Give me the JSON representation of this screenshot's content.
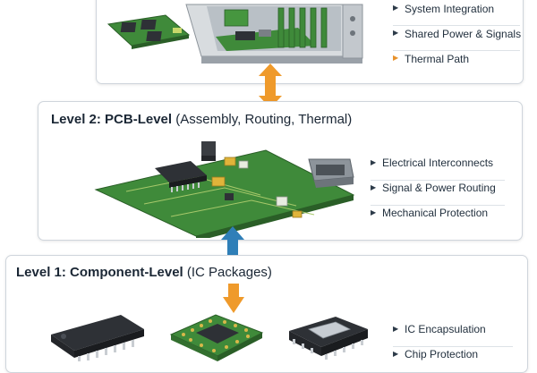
{
  "level3": {
    "bullets": [
      "System Integration",
      "Shared Power & Signals",
      "Thermal Path"
    ],
    "bullet_colors": [
      "#2c3a48",
      "#2c3a48",
      "#e8912a"
    ]
  },
  "level2": {
    "title_main": "Level 2: PCB-Level",
    "title_paren": "(Assembly, Routing, Thermal)",
    "bullets": [
      "Electrical Interconnects",
      "Signal & Power Routing",
      "Mechanical Protection"
    ]
  },
  "level1": {
    "title_main": "Level 1: Component-Level",
    "title_paren": "(IC Packages)",
    "bullets": [
      "IC Encapsulation",
      "Chip Protection"
    ]
  },
  "colors": {
    "orange_arrow": "#ef9a2b",
    "blue_arrow": "#2f7fb8",
    "pcb_green": "#3f8a3a",
    "chip_dark": "#2e3136"
  },
  "icons": [
    "system-enclosure-icon",
    "pcb-assembly-icon",
    "dip-ic-icon",
    "bga-ic-icon",
    "qfp-ic-icon"
  ]
}
